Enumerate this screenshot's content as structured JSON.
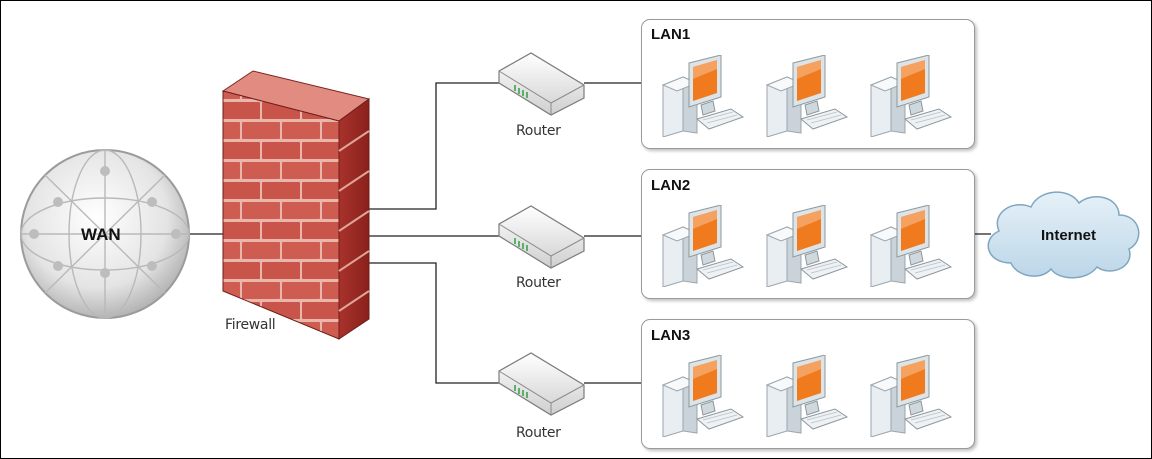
{
  "wan": {
    "label": "WAN"
  },
  "firewall": {
    "label": "Firewall"
  },
  "routers": [
    {
      "label": "Router"
    },
    {
      "label": "Router"
    },
    {
      "label": "Router"
    }
  ],
  "lans": [
    {
      "label": "LAN1",
      "computers": 3
    },
    {
      "label": "LAN2",
      "computers": 3
    },
    {
      "label": "LAN3",
      "computers": 3
    }
  ],
  "internet": {
    "label": "Internet"
  },
  "colors": {
    "brick": "#c8524a",
    "mortar": "#e7b7ad",
    "screen": "#f07a1e",
    "cloud": "#cfe2ef",
    "globe": "#d9d9d9"
  }
}
